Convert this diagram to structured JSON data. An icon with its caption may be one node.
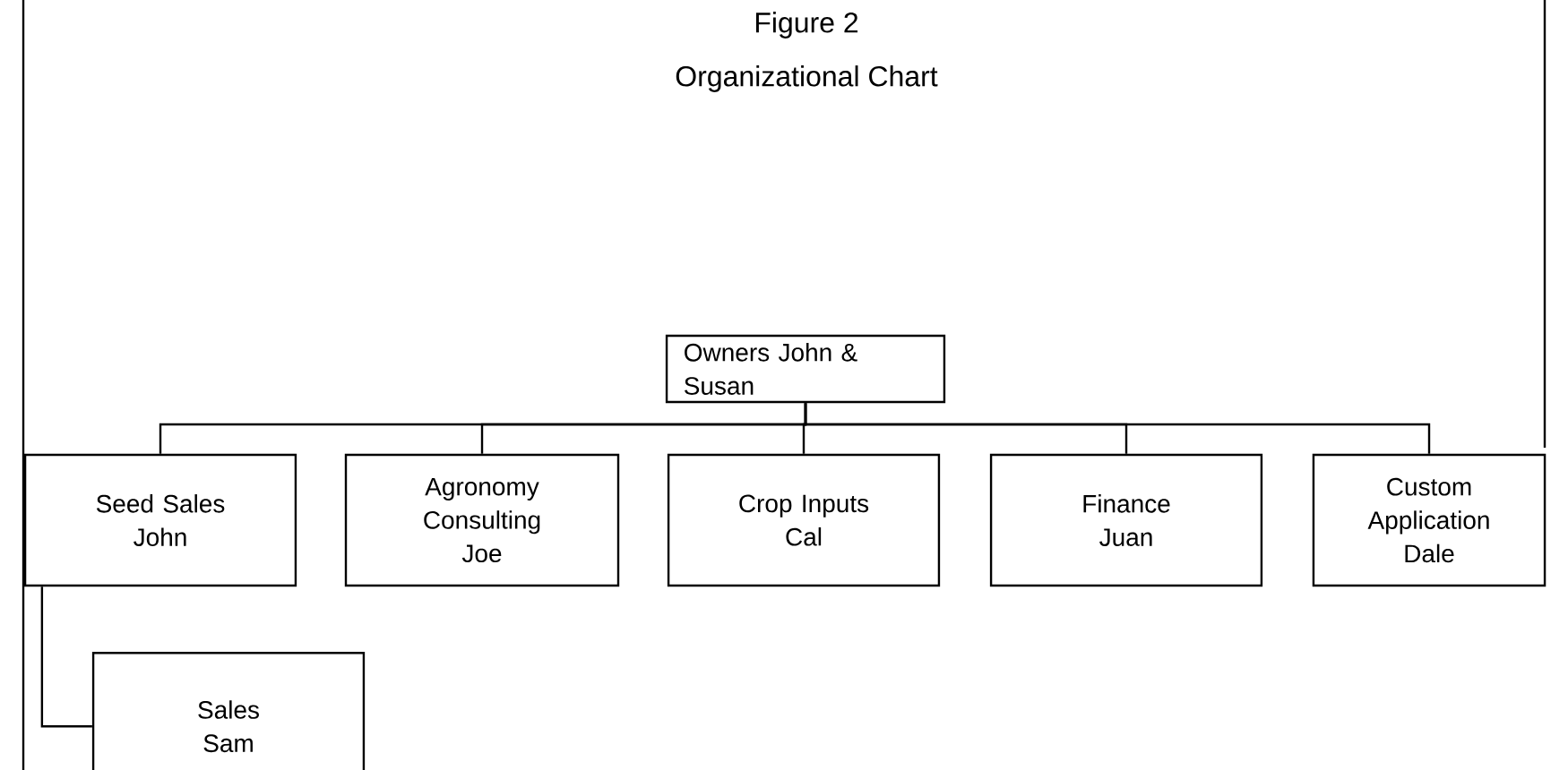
{
  "diagram": {
    "title": "Organizational Chart",
    "nodes": [
      {
        "text": [
          "Owners John & Susan"
        ]
      },
      {
        "text": [
          "Seed Sales",
          "John"
        ]
      },
      {
        "text": [
          "Agronomy Consulting",
          "Joe"
        ]
      },
      {
        "text": [
          "Crop Inputs",
          "Cal"
        ]
      },
      {
        "text": [
          "Finance",
          "Juan"
        ]
      },
      {
        "text": [
          "Custom Application",
          "Dale"
        ]
      },
      {
        "text": [
          "Sales",
          "Sam"
        ]
      }
    ],
    "edges": [
      {
        "from": 0,
        "to": 1,
        "arrow": "none"
      },
      {
        "from": 0,
        "to": 2,
        "arrow": "none"
      },
      {
        "from": 0,
        "to": 3,
        "arrow": "none"
      },
      {
        "from": 0,
        "to": 4,
        "arrow": "none"
      },
      {
        "from": 0,
        "to": 5,
        "arrow": "none"
      },
      {
        "from": 1,
        "to": 6,
        "arrow": "none"
      }
    ],
    "labels": [
      "Figure 2"
    ]
  }
}
